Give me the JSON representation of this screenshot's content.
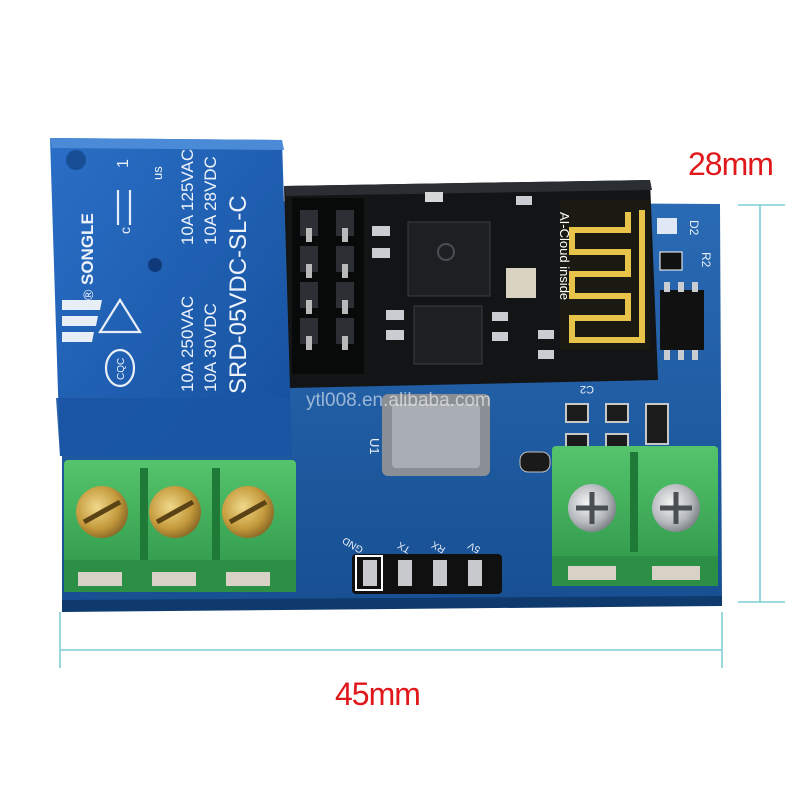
{
  "dimensions": {
    "height_label": "28mm",
    "width_label": "45mm",
    "line_color": "#7fcfd6",
    "label_color": "#e0181b"
  },
  "watermark": {
    "text": "ytl008.en.alibaba.com"
  },
  "relay": {
    "brand": "SONGLE",
    "registered": "®",
    "pin_number": "1",
    "model": "SRD-05VDC-SL-C",
    "rating_ac_1": "10A 250VAC",
    "rating_ac_2": "10A 125VAC",
    "rating_dc_1": "10A 30VDC",
    "rating_dc_2": "10A 28VDC",
    "cert_cqc": "CQC",
    "cert_ul_c": "c",
    "cert_ul_us": "us",
    "color": "#1f5fb4"
  },
  "wifi_module": {
    "antenna_text": "AI-Cloud inside",
    "color": "#121416"
  },
  "board": {
    "silk_u1": "U1",
    "silk_r2": "R2",
    "silk_d2": "D2",
    "silk_c2": "C2",
    "color": "#1d5fa8",
    "pin_labels": [
      "GND",
      "TX",
      "RX",
      "5V"
    ]
  },
  "terminals": {
    "color": "#3fb35a",
    "left_count": 3,
    "right_count": 2
  }
}
